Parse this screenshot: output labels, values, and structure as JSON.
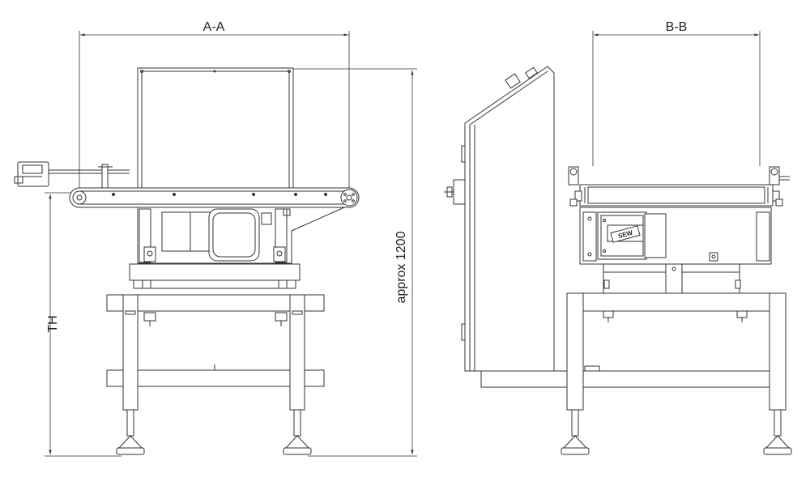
{
  "dimensions": {
    "front_width": "A-A",
    "side_width": "B-B",
    "overall_height": "approx 1200",
    "table_height": "TH"
  },
  "motor_brand": "SEW"
}
